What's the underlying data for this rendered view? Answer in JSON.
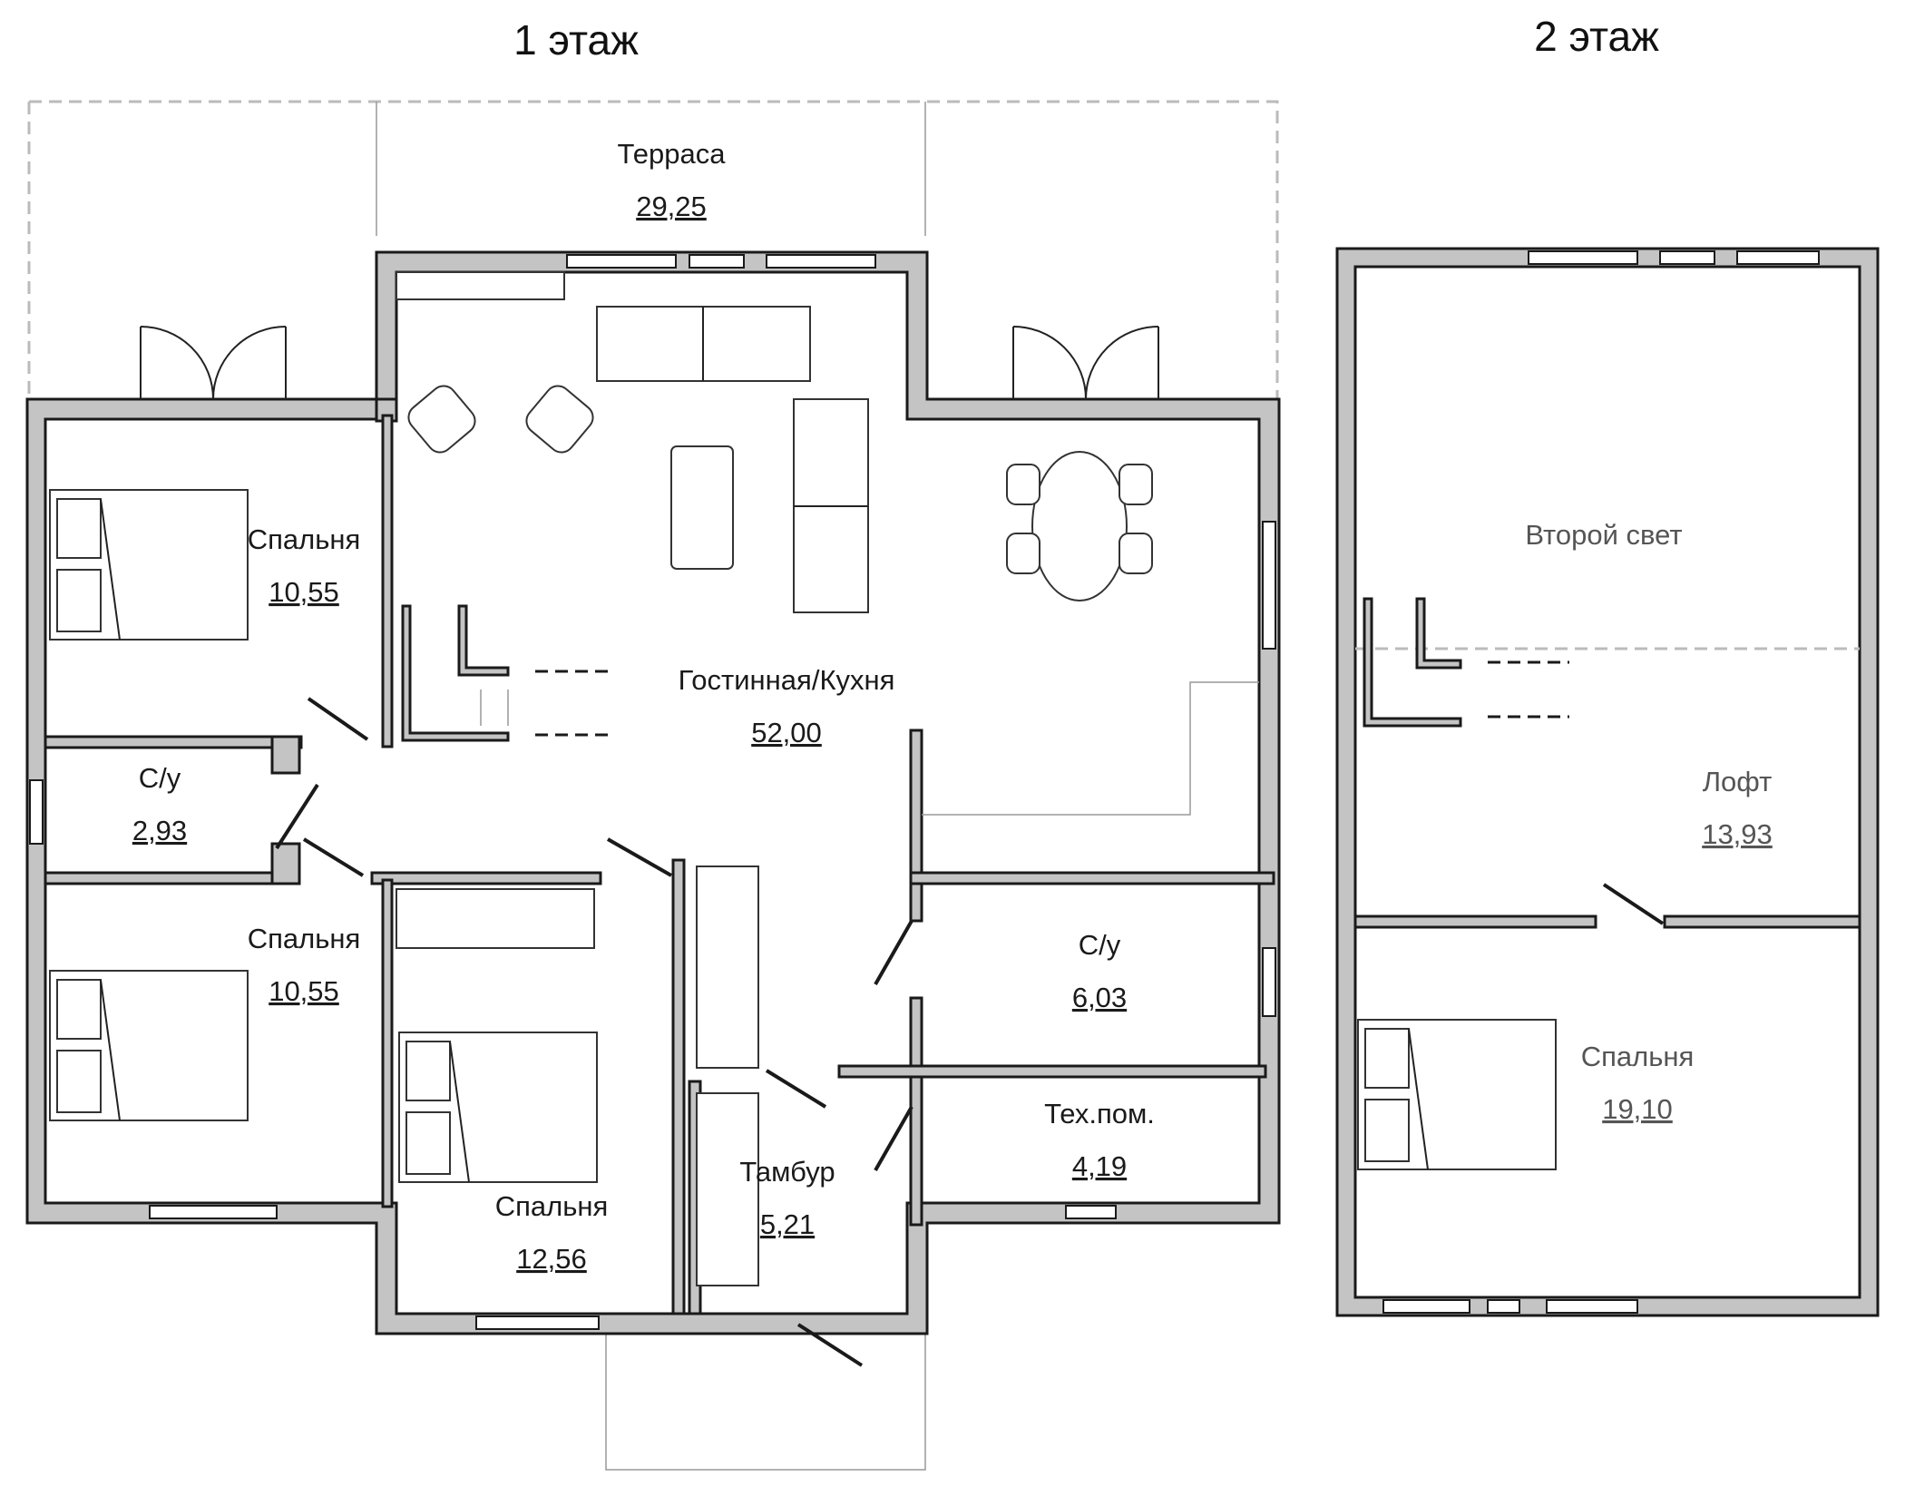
{
  "floors": [
    {
      "title": "1 этаж"
    },
    {
      "title": "2 этаж"
    }
  ],
  "rooms": {
    "terrace": {
      "name": "Терраса",
      "area": "29,25"
    },
    "bedroom_a": {
      "name": "Спальня",
      "area": "10,55"
    },
    "wc_small": {
      "name": "С/у",
      "area": "2,93"
    },
    "bedroom_b": {
      "name": "Спальня",
      "area": "10,55"
    },
    "bedroom_c": {
      "name": "Спальня",
      "area": "12,56"
    },
    "living": {
      "name": "Гостинная/Кухня",
      "area": "52,00"
    },
    "wc_large": {
      "name": "С/у",
      "area": "6,03"
    },
    "tech": {
      "name": "Тех.пом.",
      "area": "4,19"
    },
    "vestibule": {
      "name": "Тамбур",
      "area": "5,21"
    },
    "second_light": {
      "name": "Второй свет"
    },
    "loft": {
      "name": "Лофт",
      "area": "13,93"
    },
    "bedroom_up": {
      "name": "Спальня",
      "area": "19,10"
    }
  }
}
